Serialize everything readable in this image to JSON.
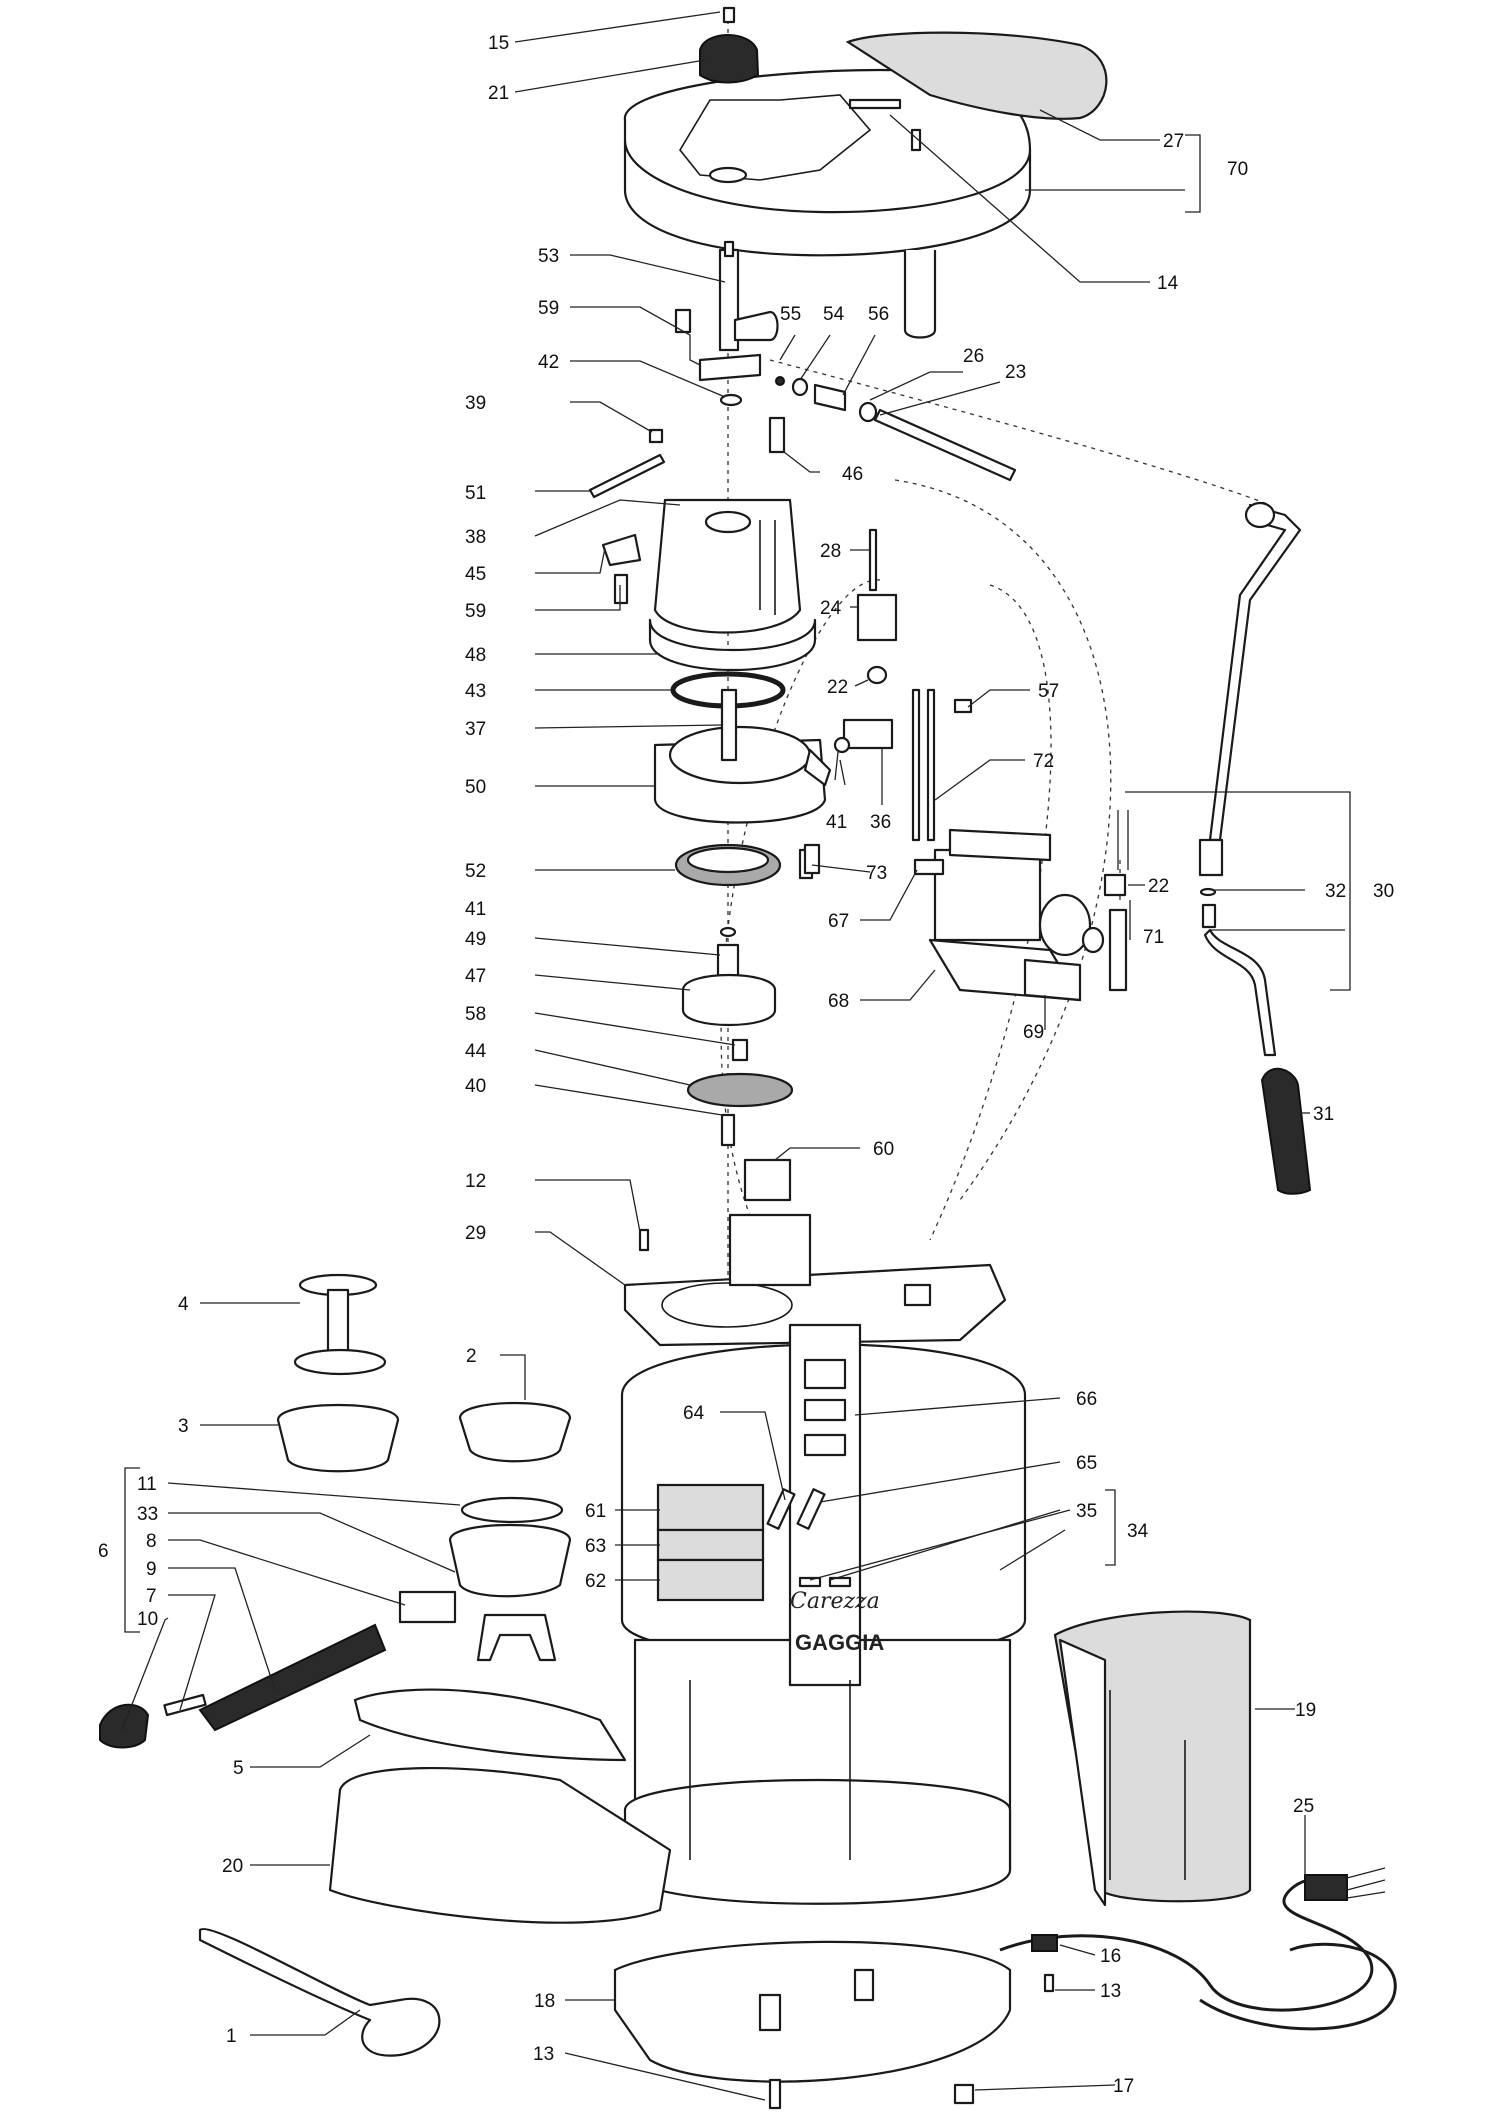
{
  "diagram": {
    "brand_model": "Carezza",
    "brand_name": "GAGGIA",
    "callouts": [
      {
        "id": "c15",
        "label": "15"
      },
      {
        "id": "c21",
        "label": "21"
      },
      {
        "id": "c27",
        "label": "27"
      },
      {
        "id": "c70",
        "label": "70"
      },
      {
        "id": "c14",
        "label": "14"
      },
      {
        "id": "c53",
        "label": "53"
      },
      {
        "id": "c59a",
        "label": "59"
      },
      {
        "id": "c55",
        "label": "55"
      },
      {
        "id": "c54",
        "label": "54"
      },
      {
        "id": "c56",
        "label": "56"
      },
      {
        "id": "c26",
        "label": "26"
      },
      {
        "id": "c23",
        "label": "23"
      },
      {
        "id": "c42",
        "label": "42"
      },
      {
        "id": "c39",
        "label": "39"
      },
      {
        "id": "c46",
        "label": "46"
      },
      {
        "id": "c51",
        "label": "51"
      },
      {
        "id": "c38",
        "label": "38"
      },
      {
        "id": "c28",
        "label": "28"
      },
      {
        "id": "c45",
        "label": "45"
      },
      {
        "id": "c24",
        "label": "24"
      },
      {
        "id": "c59b",
        "label": "59"
      },
      {
        "id": "c48",
        "label": "48"
      },
      {
        "id": "c22a",
        "label": "22"
      },
      {
        "id": "c43",
        "label": "43"
      },
      {
        "id": "c57",
        "label": "57"
      },
      {
        "id": "c37",
        "label": "37"
      },
      {
        "id": "c72",
        "label": "72"
      },
      {
        "id": "c50",
        "label": "50"
      },
      {
        "id": "c41a",
        "label": "41"
      },
      {
        "id": "c36",
        "label": "36"
      },
      {
        "id": "c52",
        "label": "52"
      },
      {
        "id": "c73",
        "label": "73"
      },
      {
        "id": "c22b",
        "label": "22"
      },
      {
        "id": "c32",
        "label": "32"
      },
      {
        "id": "c30",
        "label": "30"
      },
      {
        "id": "c41b",
        "label": "41"
      },
      {
        "id": "c67",
        "label": "67"
      },
      {
        "id": "c71",
        "label": "71"
      },
      {
        "id": "c49",
        "label": "49"
      },
      {
        "id": "c47",
        "label": "47"
      },
      {
        "id": "c68",
        "label": "68"
      },
      {
        "id": "c69",
        "label": "69"
      },
      {
        "id": "c58",
        "label": "58"
      },
      {
        "id": "c44",
        "label": "44"
      },
      {
        "id": "c40",
        "label": "40"
      },
      {
        "id": "c31",
        "label": "31"
      },
      {
        "id": "c60",
        "label": "60"
      },
      {
        "id": "c12",
        "label": "12"
      },
      {
        "id": "c29",
        "label": "29"
      },
      {
        "id": "c4",
        "label": "4"
      },
      {
        "id": "c2",
        "label": "2"
      },
      {
        "id": "c66",
        "label": "66"
      },
      {
        "id": "c3",
        "label": "3"
      },
      {
        "id": "c64",
        "label": "64"
      },
      {
        "id": "c65",
        "label": "65"
      },
      {
        "id": "c11",
        "label": "11"
      },
      {
        "id": "c35",
        "label": "35"
      },
      {
        "id": "c33",
        "label": "33"
      },
      {
        "id": "c61",
        "label": "61"
      },
      {
        "id": "c34",
        "label": "34"
      },
      {
        "id": "c6",
        "label": "6"
      },
      {
        "id": "c8",
        "label": "8"
      },
      {
        "id": "c63",
        "label": "63"
      },
      {
        "id": "c9",
        "label": "9"
      },
      {
        "id": "c62",
        "label": "62"
      },
      {
        "id": "c7",
        "label": "7"
      },
      {
        "id": "c10",
        "label": "10"
      },
      {
        "id": "c19",
        "label": "19"
      },
      {
        "id": "c5",
        "label": "5"
      },
      {
        "id": "c25",
        "label": "25"
      },
      {
        "id": "c20",
        "label": "20"
      },
      {
        "id": "c16",
        "label": "16"
      },
      {
        "id": "c18",
        "label": "18"
      },
      {
        "id": "c13a",
        "label": "13"
      },
      {
        "id": "c1",
        "label": "1"
      },
      {
        "id": "c13b",
        "label": "13"
      },
      {
        "id": "c17",
        "label": "17"
      }
    ]
  }
}
